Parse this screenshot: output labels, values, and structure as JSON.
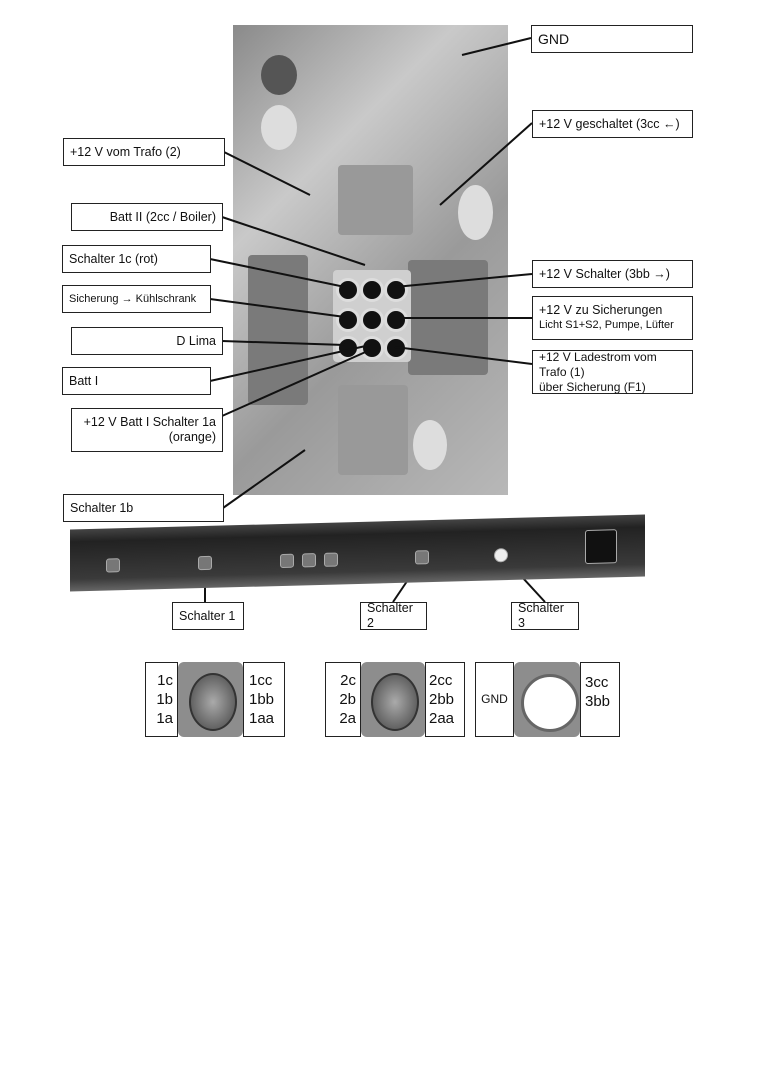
{
  "labels": {
    "gnd": "GND",
    "vom_trafo_2": "+12 V vom Trafo (2)",
    "geschaltet": "+12 V geschaltet (3cc ←)",
    "batt2": "Batt II (2cc / Boiler)",
    "schalter_1c": "Schalter 1c (rot)",
    "sicherung_kuehl": "Sicherung → Kühlschrank",
    "d_lima": "D Lima",
    "batt1": "Batt I",
    "batt1_schalter_1a_l1": "+12 V Batt I Schalter 1a",
    "batt1_schalter_1a_l2": "(orange)",
    "schalter_1b": "Schalter 1b",
    "schalter_3bb": "+12 V Schalter (3bb →)",
    "zu_sicherungen_l1": "+12 V zu Sicherungen",
    "zu_sicherungen_l2": "Licht S1+S2, Pumpe, Lüfter",
    "ladestrom_l1": "+12 V Ladestrom vom Trafo (1)",
    "ladestrom_l2": "über Sicherung (F1)"
  },
  "panel": {
    "schalter1": "Schalter 1",
    "schalter2": "Schalter 2",
    "schalter3": "Schalter 3"
  },
  "switches": [
    {
      "left": [
        "1c",
        "1b",
        "1a"
      ],
      "right": [
        "1cc",
        "1bb",
        "1aa"
      ]
    },
    {
      "left": [
        "2c",
        "2b",
        "2a"
      ],
      "right": [
        "2cc",
        "2bb",
        "2aa"
      ]
    },
    {
      "left": [
        "GND"
      ],
      "right": [
        "3cc",
        "3bb"
      ]
    }
  ]
}
